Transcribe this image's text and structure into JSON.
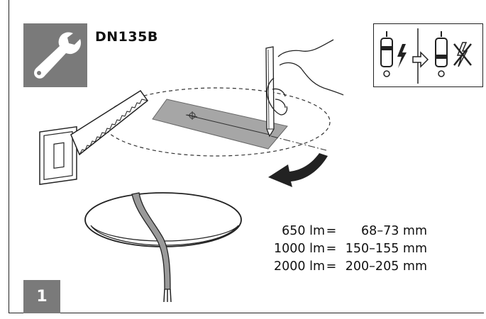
{
  "model": "DN135B",
  "step_number": "1",
  "cutout_sizes": [
    {
      "lumen": "650 lm",
      "eq": "=",
      "size": "68–73 mm"
    },
    {
      "lumen": "1000 lm",
      "eq": "=",
      "size": "150–155 mm"
    },
    {
      "lumen": "2000 lm",
      "eq": "=",
      "size": "200–205 mm"
    }
  ],
  "icons": {
    "tool": "wrench-icon",
    "power_off_warning": "switch-off-no-power-icon",
    "saw": "hand-saw-icon",
    "template": "cutout-template-icon",
    "pencil_hand": "hand-marking-pencil-icon",
    "rotate_arrow": "curved-arrow-icon",
    "ceiling_hole": "ceiling-hole-icon",
    "cable": "cable-icon"
  },
  "colors": {
    "panel_gray": "#7a7a7a",
    "template_gray": "#a6a6a6",
    "cable_gray": "#9a9a9a",
    "line": "#222222"
  }
}
